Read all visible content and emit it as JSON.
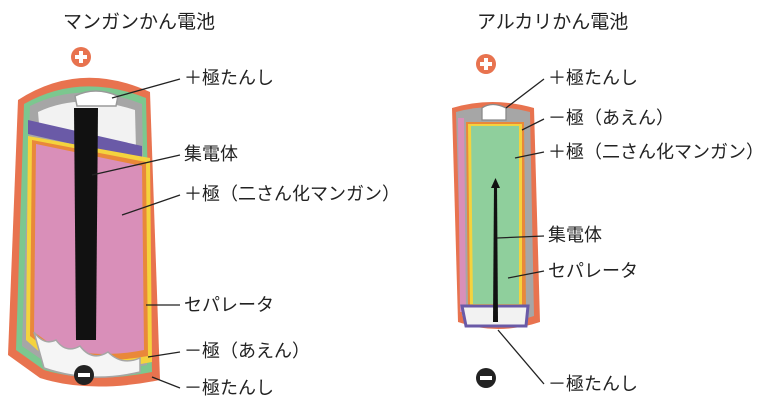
{
  "colors": {
    "plus_terminal": "#e8734f",
    "minus_terminal": "#222222",
    "outer_shell": "#e8734f",
    "gray_case": "#a6a6a6",
    "green_separator": "#7cc78f",
    "yellow_layer": "#f4d33e",
    "orange_layer": "#e9883a",
    "manganese_pink": "#d98fb9",
    "purple_seal": "#6a5aa7",
    "alkaline_core_green": "#8fcf9c",
    "collector_black": "#111111"
  },
  "manganese": {
    "title": "マンガンかん電池",
    "labels": {
      "plus_terminal": "＋極たんし",
      "collector": "集電体",
      "plus_material": "＋極（二さん化マンガン）",
      "separator": "セパレータ",
      "minus_material": "－極（あえん）",
      "minus_terminal": "－極たんし"
    }
  },
  "alkaline": {
    "title": "アルカリかん電池",
    "labels": {
      "plus_terminal": "＋極たんし",
      "minus_material": "－極（あえん）",
      "plus_material": "＋極（二さん化マンガン）",
      "collector": "集電体",
      "separator": "セパレータ",
      "minus_terminal": "－極たんし"
    }
  }
}
